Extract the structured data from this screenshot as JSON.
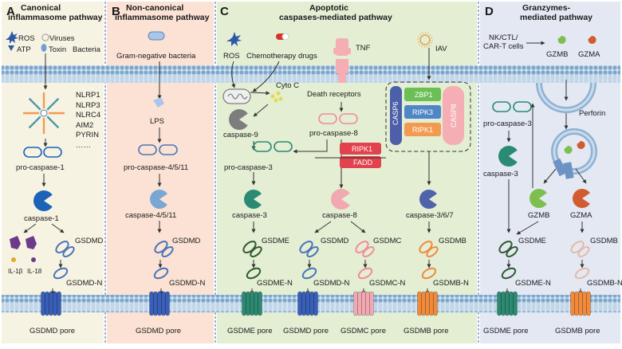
{
  "panels": {
    "A": {
      "letter": "A",
      "title_1": "Canonical",
      "title_2": "inflammasome pathway"
    },
    "B": {
      "letter": "B",
      "title_1": "Non-canonical",
      "title_2": "inflammasome pathway"
    },
    "C": {
      "letter": "C",
      "title_1": "Apoptotic",
      "title_2": "caspases-mediated pathway"
    },
    "D": {
      "letter": "D",
      "title_1": "Granzymes-",
      "title_2": "mediated pathway"
    }
  },
  "labels": {
    "ros": "ROS",
    "viruses": "Viruses",
    "atp": "ATP",
    "toxin": "Toxin",
    "bacteria": "Bacteria",
    "nlrp1": "NLRP1",
    "nlrp3": "NLRP3",
    "nlrc4": "NLRC4",
    "aim2": "AIM2",
    "pyrin": "PYRIN",
    "dots": "……",
    "pro_caspase_1": "pro-caspase-1",
    "caspase_1": "caspase-1",
    "il1b": "IL-1β",
    "il18": "IL-18",
    "gsdmd_a": "GSDMD",
    "gsdmd_n_a": "GSDMD-N",
    "gsdmd_pore_a": "GSDMD pore",
    "gram_neg": "Gram-negative bacteria",
    "lps": "LPS",
    "pro_caspase_4511": "pro-caspase-4/5/11",
    "caspase_4511": "caspase-4/5/11",
    "gsdmd_b": "GSDMD",
    "gsdmd_n_b": "GSDMD-N",
    "gsdmd_pore_b": "GSDMD pore",
    "ros_c": "ROS",
    "chemo": "Chemotherapy drugs",
    "tnf": "TNF",
    "iav": "IAV",
    "cyto_c": "Cyto C",
    "death_receptors": "Death receptors",
    "caspase_9": "caspase-9",
    "pro_caspase_8": "pro-caspase-8",
    "pro_caspase_3_c": "pro-caspase-3",
    "ripk1_c": "RIPK1",
    "fadd": "FADD",
    "zbp1": "ZBP1",
    "ripk3": "RIPK3",
    "ripk1_n": "RIPK1",
    "casp6": "CASP6",
    "casp8": "CASP8",
    "caspase_3_c": "caspase-3",
    "caspase_8": "caspase-8",
    "caspase_367": "caspase-3/6/7",
    "gsdme_c": "GSDME",
    "gsdmd_c": "GSDMD",
    "gsdmc_c": "GSDMC",
    "gsdmb_c": "GSDMB",
    "gsdme_n_c": "GSDME-N",
    "gsdmd_n_c": "GSDMD-N",
    "gsdmc_n_c": "GSDMC-N",
    "gsdmb_n_c": "GSDMB-N",
    "gsdme_pore_c": "GSDME pore",
    "gsdmd_pore_c": "GSDMD pore",
    "gsdmc_pore_c": "GSDMC pore",
    "gsdmb_pore_c": "GSDMB pore",
    "nk_1": "NK/CTL/",
    "nk_2": "CAR-T cells",
    "gzmb_top": "GZMB",
    "gzma_top": "GZMA",
    "perforin": "Perforin",
    "pro_caspase_3_d": "pro-caspase-3",
    "caspase_3_d": "caspase-3",
    "gzmb_d": "GZMB",
    "gzma_d": "GZMA",
    "gsdme_d": "GSDME",
    "gsdmb_d": "GSDMB",
    "gsdme_n_d": "GSDME-N",
    "gsdmb_n_d": "GSDMB-N",
    "gsdme_pore_d": "GSDME pore",
    "gsdmb_pore_d": "GSDMB pore"
  },
  "colors": {
    "panel_a_bg": "#f7f3e3",
    "panel_b_bg": "#fbe2d4",
    "panel_c_bg": "#e3eed3",
    "panel_d_bg": "#e3e8f3",
    "membrane": "#c6dbec",
    "casp1": "#1a63b6",
    "casp4511": "#79a7d4",
    "casp9": "#7d7d7d",
    "casp3": "#2b8a72",
    "casp8": "#f1a8b0",
    "casp367": "#4e63aa",
    "gsdmd_pore": "#3a5fb8",
    "gsdme_pore": "#2c8a72",
    "gsdmc_pore": "#f2a9b3",
    "gsdmb_pore": "#f08a3c",
    "zbp1": "#6cbf56",
    "ripk3": "#4f86c7",
    "ripk1": "#f29a52",
    "fadd": "#e2424d",
    "gzmb": "#7dbf4e",
    "gzma": "#d35b30"
  }
}
